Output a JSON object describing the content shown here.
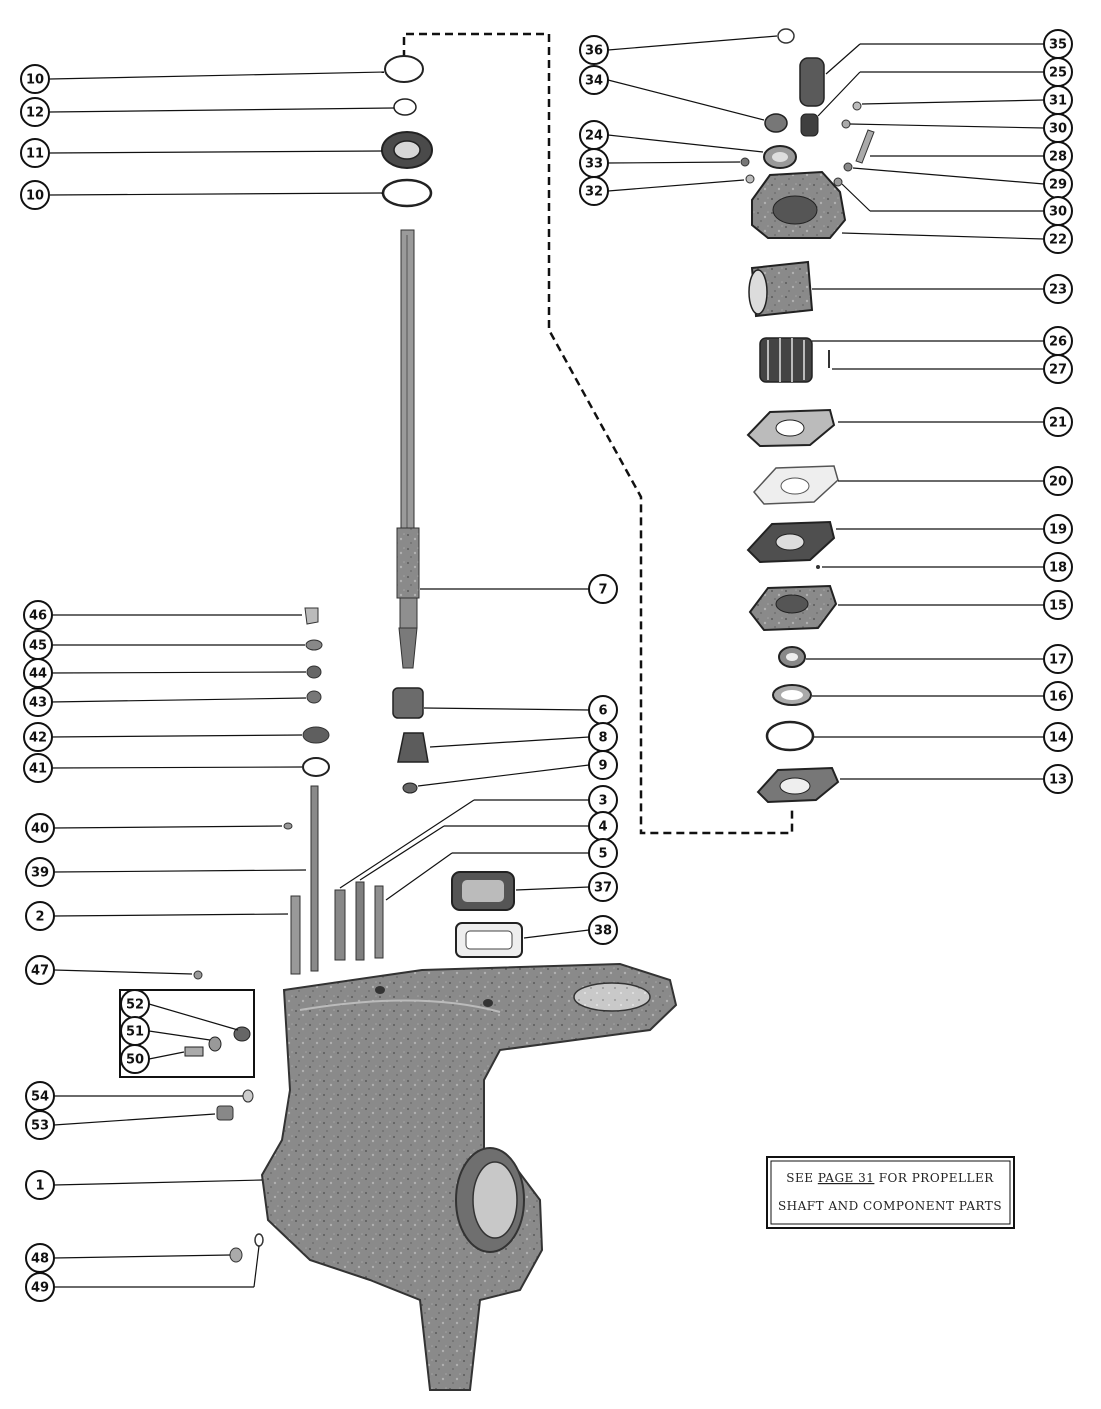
{
  "diagram": {
    "callouts": {
      "c10a": "10",
      "c12": "12",
      "c11": "11",
      "c10b": "10",
      "c46": "46",
      "c45": "45",
      "c44": "44",
      "c43": "43",
      "c42": "42",
      "c41": "41",
      "c40": "40",
      "c39": "39",
      "c2": "2",
      "c47": "47",
      "c52": "52",
      "c51": "51",
      "c50": "50",
      "c54": "54",
      "c53": "53",
      "c1": "1",
      "c48": "48",
      "c49": "49",
      "c36": "36",
      "c34": "34",
      "c24": "24",
      "c33": "33",
      "c32": "32",
      "c35": "35",
      "c25": "25",
      "c31": "31",
      "c30a": "30",
      "c28": "28",
      "c29": "29",
      "c30b": "30",
      "c22": "22",
      "c23": "23",
      "c26": "26",
      "c27": "27",
      "c21": "21",
      "c20": "20",
      "c19": "19",
      "c18": "18",
      "c15": "15",
      "c17": "17",
      "c16": "16",
      "c14": "14",
      "c13": "13",
      "c7": "7",
      "c6": "6",
      "c8": "8",
      "c9": "9",
      "c3": "3",
      "c4": "4",
      "c5": "5",
      "c37": "37",
      "c38": "38"
    },
    "note": {
      "line1_prefix": "SEE ",
      "line1_link": "PAGE 31",
      "line1_suffix": " FOR PROPELLER",
      "line2": "SHAFT AND COMPONENT PARTS"
    }
  }
}
